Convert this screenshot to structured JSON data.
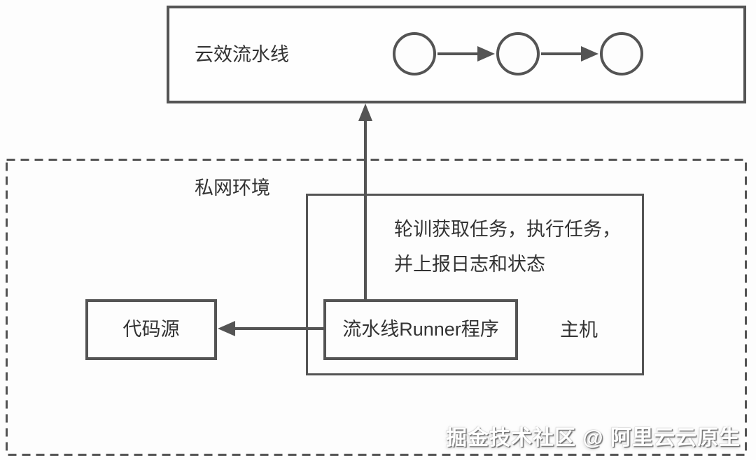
{
  "pipeline_box": {
    "label": "云效流水线",
    "stage_count": 3
  },
  "private_network": {
    "label": "私网环境"
  },
  "host": {
    "label": "主机",
    "description_line1": "轮训获取任务，执行任务，",
    "description_line2": "并上报日志和状态"
  },
  "runner": {
    "label": "流水线Runner程序"
  },
  "code_source": {
    "label": "代码源"
  },
  "connections": [
    {
      "from": "流水线Runner程序",
      "to": "云效流水线",
      "direction": "up"
    },
    {
      "from": "流水线Runner程序",
      "to": "代码源",
      "direction": "left"
    },
    {
      "from": "stage-1",
      "to": "stage-2",
      "direction": "right"
    },
    {
      "from": "stage-2",
      "to": "stage-3",
      "direction": "right"
    }
  ],
  "watermark": {
    "text": "掘金技术社区 @ 阿里云云原生"
  },
  "colors": {
    "line": "#545454",
    "text": "#333333",
    "background": "#fdfdfd",
    "watermark_text": "#ffffff"
  }
}
